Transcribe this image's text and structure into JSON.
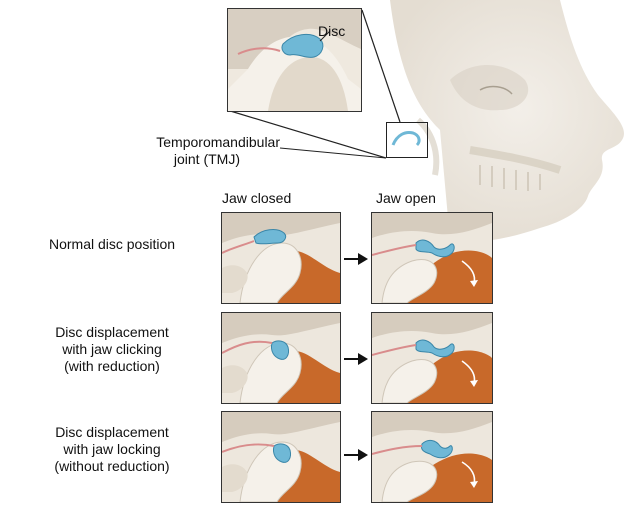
{
  "labels": {
    "disc": "Disc",
    "tmj_line1": "Temporomandibular",
    "tmj_line2": "joint (TMJ)",
    "jaw_closed": "Jaw closed",
    "jaw_open": "Jaw open"
  },
  "rows": [
    {
      "lines": [
        "Normal disc position"
      ]
    },
    {
      "lines": [
        "Disc displacement",
        "with jaw clicking",
        "(with reduction)"
      ]
    },
    {
      "lines": [
        "Disc displacement",
        "with jaw locking",
        "(without reduction)"
      ]
    }
  ],
  "colors": {
    "bone": "#f1ece3",
    "shadow": "#cfc6b8",
    "muscle": "#c8692a",
    "disc": "#6fb8d6",
    "border": "#333333",
    "skin": "#ece7df"
  }
}
